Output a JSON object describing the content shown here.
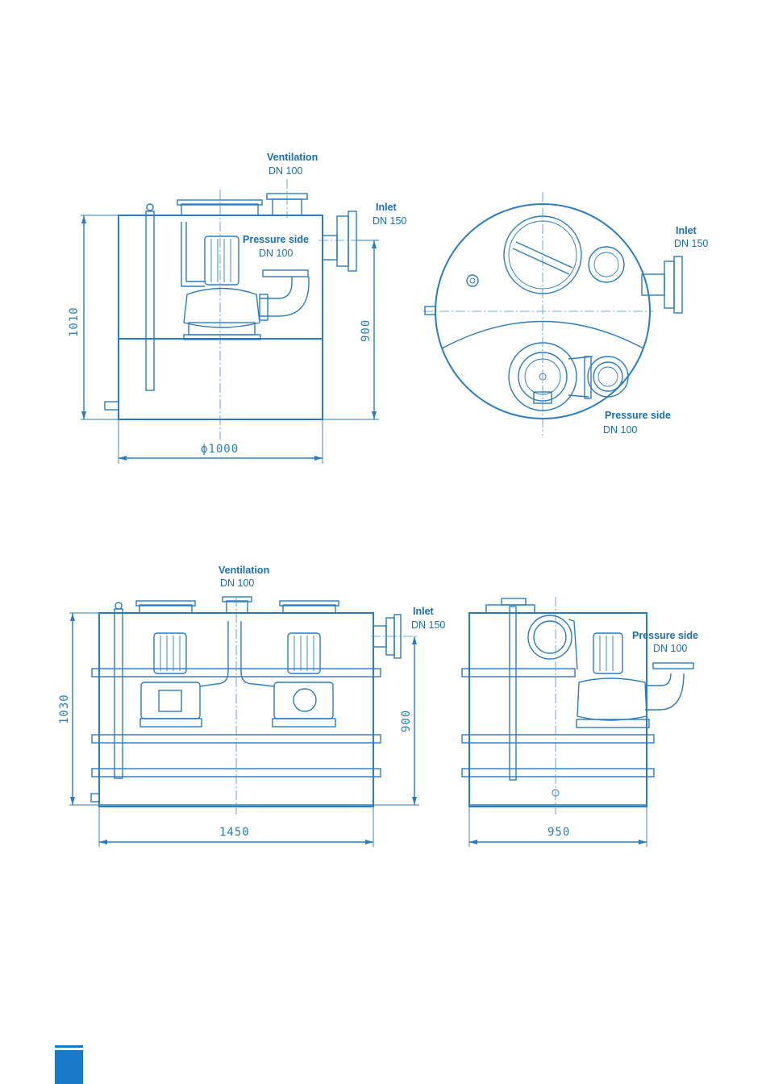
{
  "colors": {
    "line": "#2a7cc0",
    "label": "#1a6fb3",
    "accent_block": "#1a78c8"
  },
  "views": {
    "single_side": {
      "ventilation_title": "Ventilation",
      "ventilation_size": "DN 100",
      "inlet_title": "Inlet",
      "inlet_size": "DN 150",
      "pressure_title": "Pressure side",
      "pressure_size": "DN 100",
      "dim_height_total": "1010",
      "dim_height_inlet": "900",
      "dim_diameter": "ϕ1000"
    },
    "single_top": {
      "inlet_title": "Inlet",
      "inlet_size": "DN 150",
      "pressure_title": "Pressure side",
      "pressure_size": "DN 100"
    },
    "double_front": {
      "ventilation_title": "Ventilation",
      "ventilation_size": "DN 100",
      "inlet_title": "Inlet",
      "inlet_size": "DN 150",
      "dim_height_total": "1030",
      "dim_height_inlet": "900",
      "dim_width": "1450"
    },
    "double_side": {
      "pressure_title": "Pressure side",
      "pressure_size": "DN 100",
      "dim_width": "950"
    }
  }
}
